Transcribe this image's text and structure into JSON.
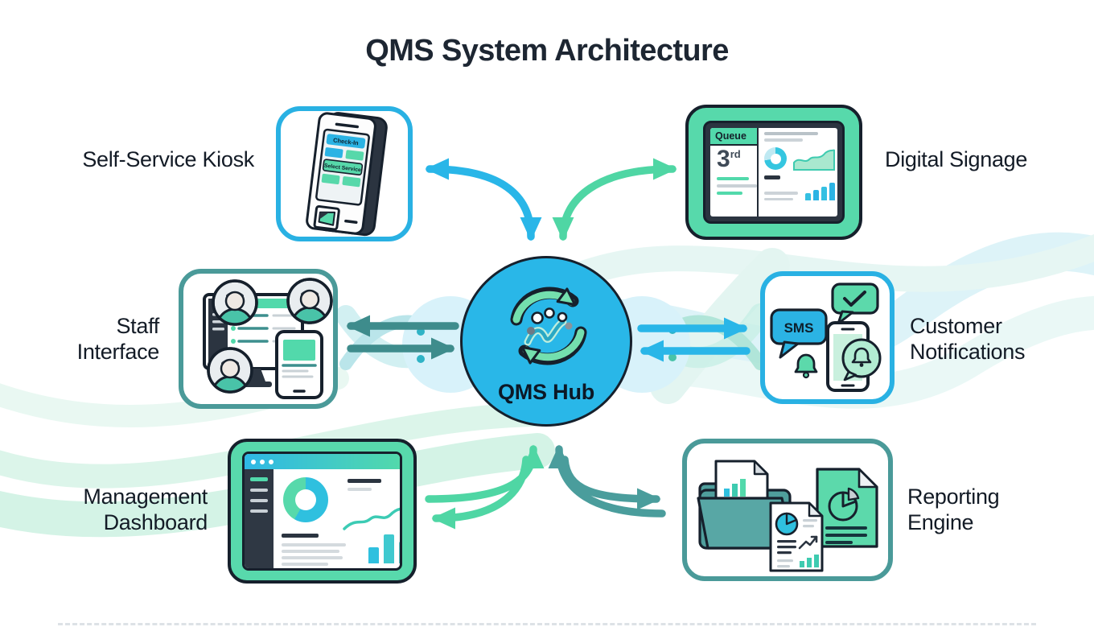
{
  "title": "QMS System Architecture",
  "hub": {
    "label": "QMS Hub"
  },
  "nodes": {
    "kiosk": {
      "label": "Self-Service Kiosk"
    },
    "signage": {
      "label": "Digital Signage"
    },
    "staff": {
      "label": "Staff Interface"
    },
    "notifications": {
      "label": "Customer Notifications"
    },
    "dashboard": {
      "label": "Management Dashboard"
    },
    "reporting": {
      "label": "Reporting Engine"
    }
  },
  "kiosk_screen": {
    "checkin": "Check-In",
    "select_service": "Select Service"
  },
  "signage_screen": {
    "queue_header": "Queue",
    "queue_number": "3",
    "queue_suffix": "rd"
  },
  "notifications_card": {
    "sms": "SMS"
  },
  "colors": {
    "hub_fill": "#29b7e8",
    "cyan": "#29b6e8",
    "mint": "#52d9ab",
    "mint_arrow": "#4fd6a4",
    "teal_border": "#4a9a99",
    "teal_arrow_dark": "#3e8c8c",
    "teal_arrow": "#4a9d9c",
    "outline": "#16202c",
    "text": "#131b26"
  }
}
